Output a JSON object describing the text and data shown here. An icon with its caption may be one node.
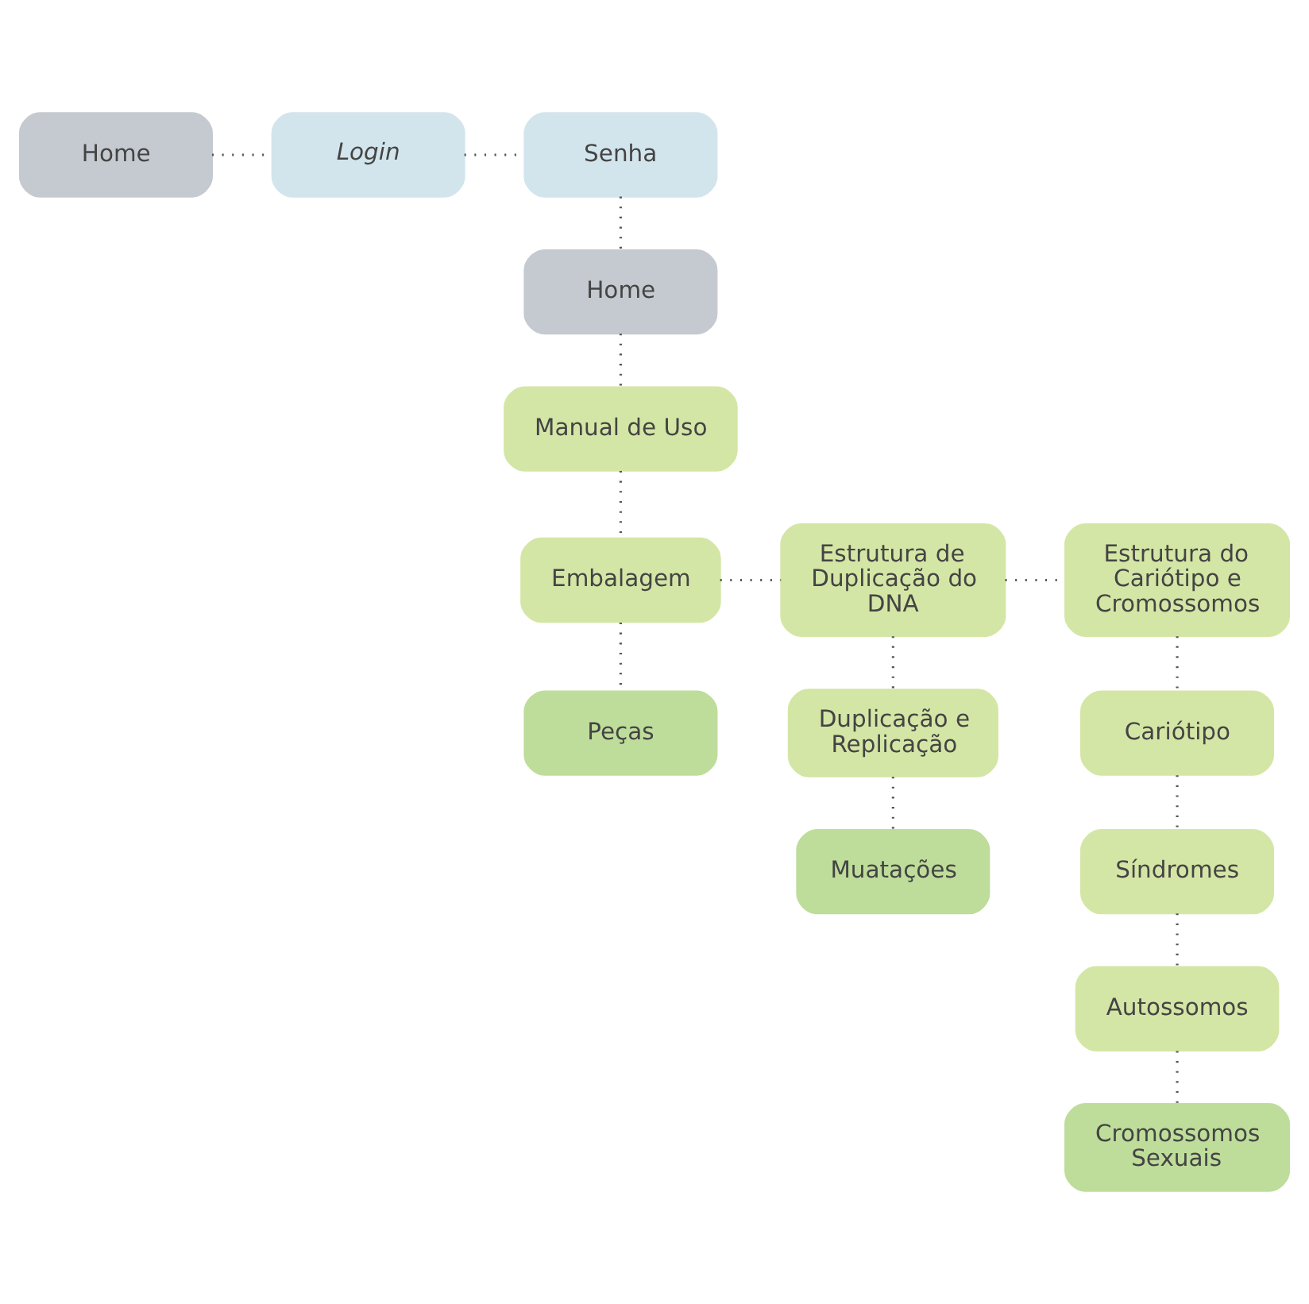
{
  "diagram": {
    "nodes": [
      {
        "text": [
          "Home"
        ]
      },
      {
        "text": [
          "Login"
        ]
      },
      {
        "text": [
          "Senha"
        ]
      },
      {
        "text": [
          "Home"
        ]
      },
      {
        "text": [
          "Manual de Uso"
        ]
      },
      {
        "text": [
          "Embalagem"
        ]
      },
      {
        "text": [
          "Estrutura de Duplicação do DNA"
        ]
      },
      {
        "text": [
          "Estrutura do Cariótipo e Cromossomos"
        ]
      },
      {
        "text": [
          "Peças"
        ]
      },
      {
        "text": [
          "Duplicação e Replicação"
        ]
      },
      {
        "text": [
          "Muatações"
        ]
      },
      {
        "text": [
          "Cariótipo"
        ]
      },
      {
        "text": [
          "Síndromes"
        ]
      },
      {
        "text": [
          "Autossomos"
        ]
      },
      {
        "text": [
          "Cromossomos Sexuais"
        ]
      }
    ],
    "edges": [
      {
        "from": 0,
        "to": 1,
        "arrow": "none"
      },
      {
        "from": 1,
        "to": 2,
        "arrow": "none"
      },
      {
        "from": 2,
        "to": 3,
        "arrow": "none"
      },
      {
        "from": 3,
        "to": 4,
        "arrow": "none"
      },
      {
        "from": 4,
        "to": 5,
        "arrow": "none"
      },
      {
        "from": 5,
        "to": 6,
        "arrow": "none"
      },
      {
        "from": 6,
        "to": 7,
        "arrow": "none"
      },
      {
        "from": 5,
        "to": 8,
        "arrow": "none"
      },
      {
        "from": 6,
        "to": 9,
        "arrow": "none"
      },
      {
        "from": 9,
        "to": 10,
        "arrow": "none"
      },
      {
        "from": 7,
        "to": 11,
        "arrow": "none"
      },
      {
        "from": 11,
        "to": 12,
        "arrow": "none"
      },
      {
        "from": 12,
        "to": 13,
        "arrow": "none"
      },
      {
        "from": 13,
        "to": 14,
        "arrow": "none"
      }
    ]
  }
}
